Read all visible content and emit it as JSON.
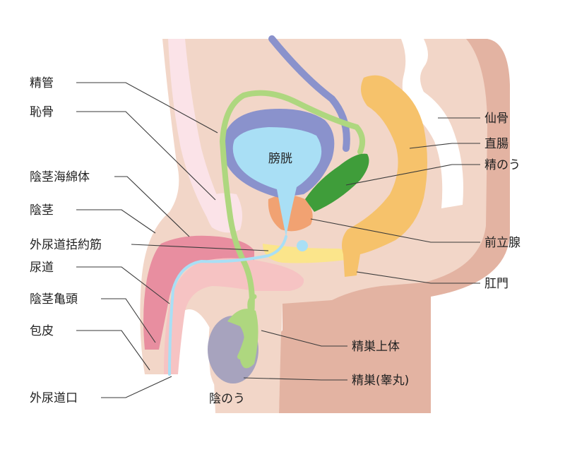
{
  "labels": {
    "seikan": "精管",
    "chikotsu": "恥骨",
    "inkei_kaimentai": "陰茎海綿体",
    "inkei": "陰茎",
    "gainyodo_katsuyakukin": "外尿道括約筋",
    "nyodo": "尿道",
    "inkei_kito": "陰茎亀頭",
    "hohi": "包皮",
    "gainyodo_ko": "外尿道口",
    "inno": "陰のう",
    "bokou": "膀胱",
    "senkotsu": "仙骨",
    "chokucho": "直腸",
    "seino": "精のう",
    "zenritsusen": "前立腺",
    "komon": "肛門",
    "seisou_joutai": "精巣上体",
    "seisou": "精巣(睾丸)"
  },
  "colors": {
    "skin": "#f2d6c8",
    "skin_dark": "#e3b3a2",
    "pink": "#e88ea0",
    "pink_light": "#f6c3c3",
    "pink_pale": "#fbe3e8",
    "blue": "#8a92cc",
    "light_blue": "#a9dff5",
    "green": "#aed77f",
    "dark_green": "#3f9d3a",
    "orange": "#f6c26b",
    "salmon": "#f1a272",
    "yellow": "#fbe58b",
    "testis": "#a7a3be"
  }
}
